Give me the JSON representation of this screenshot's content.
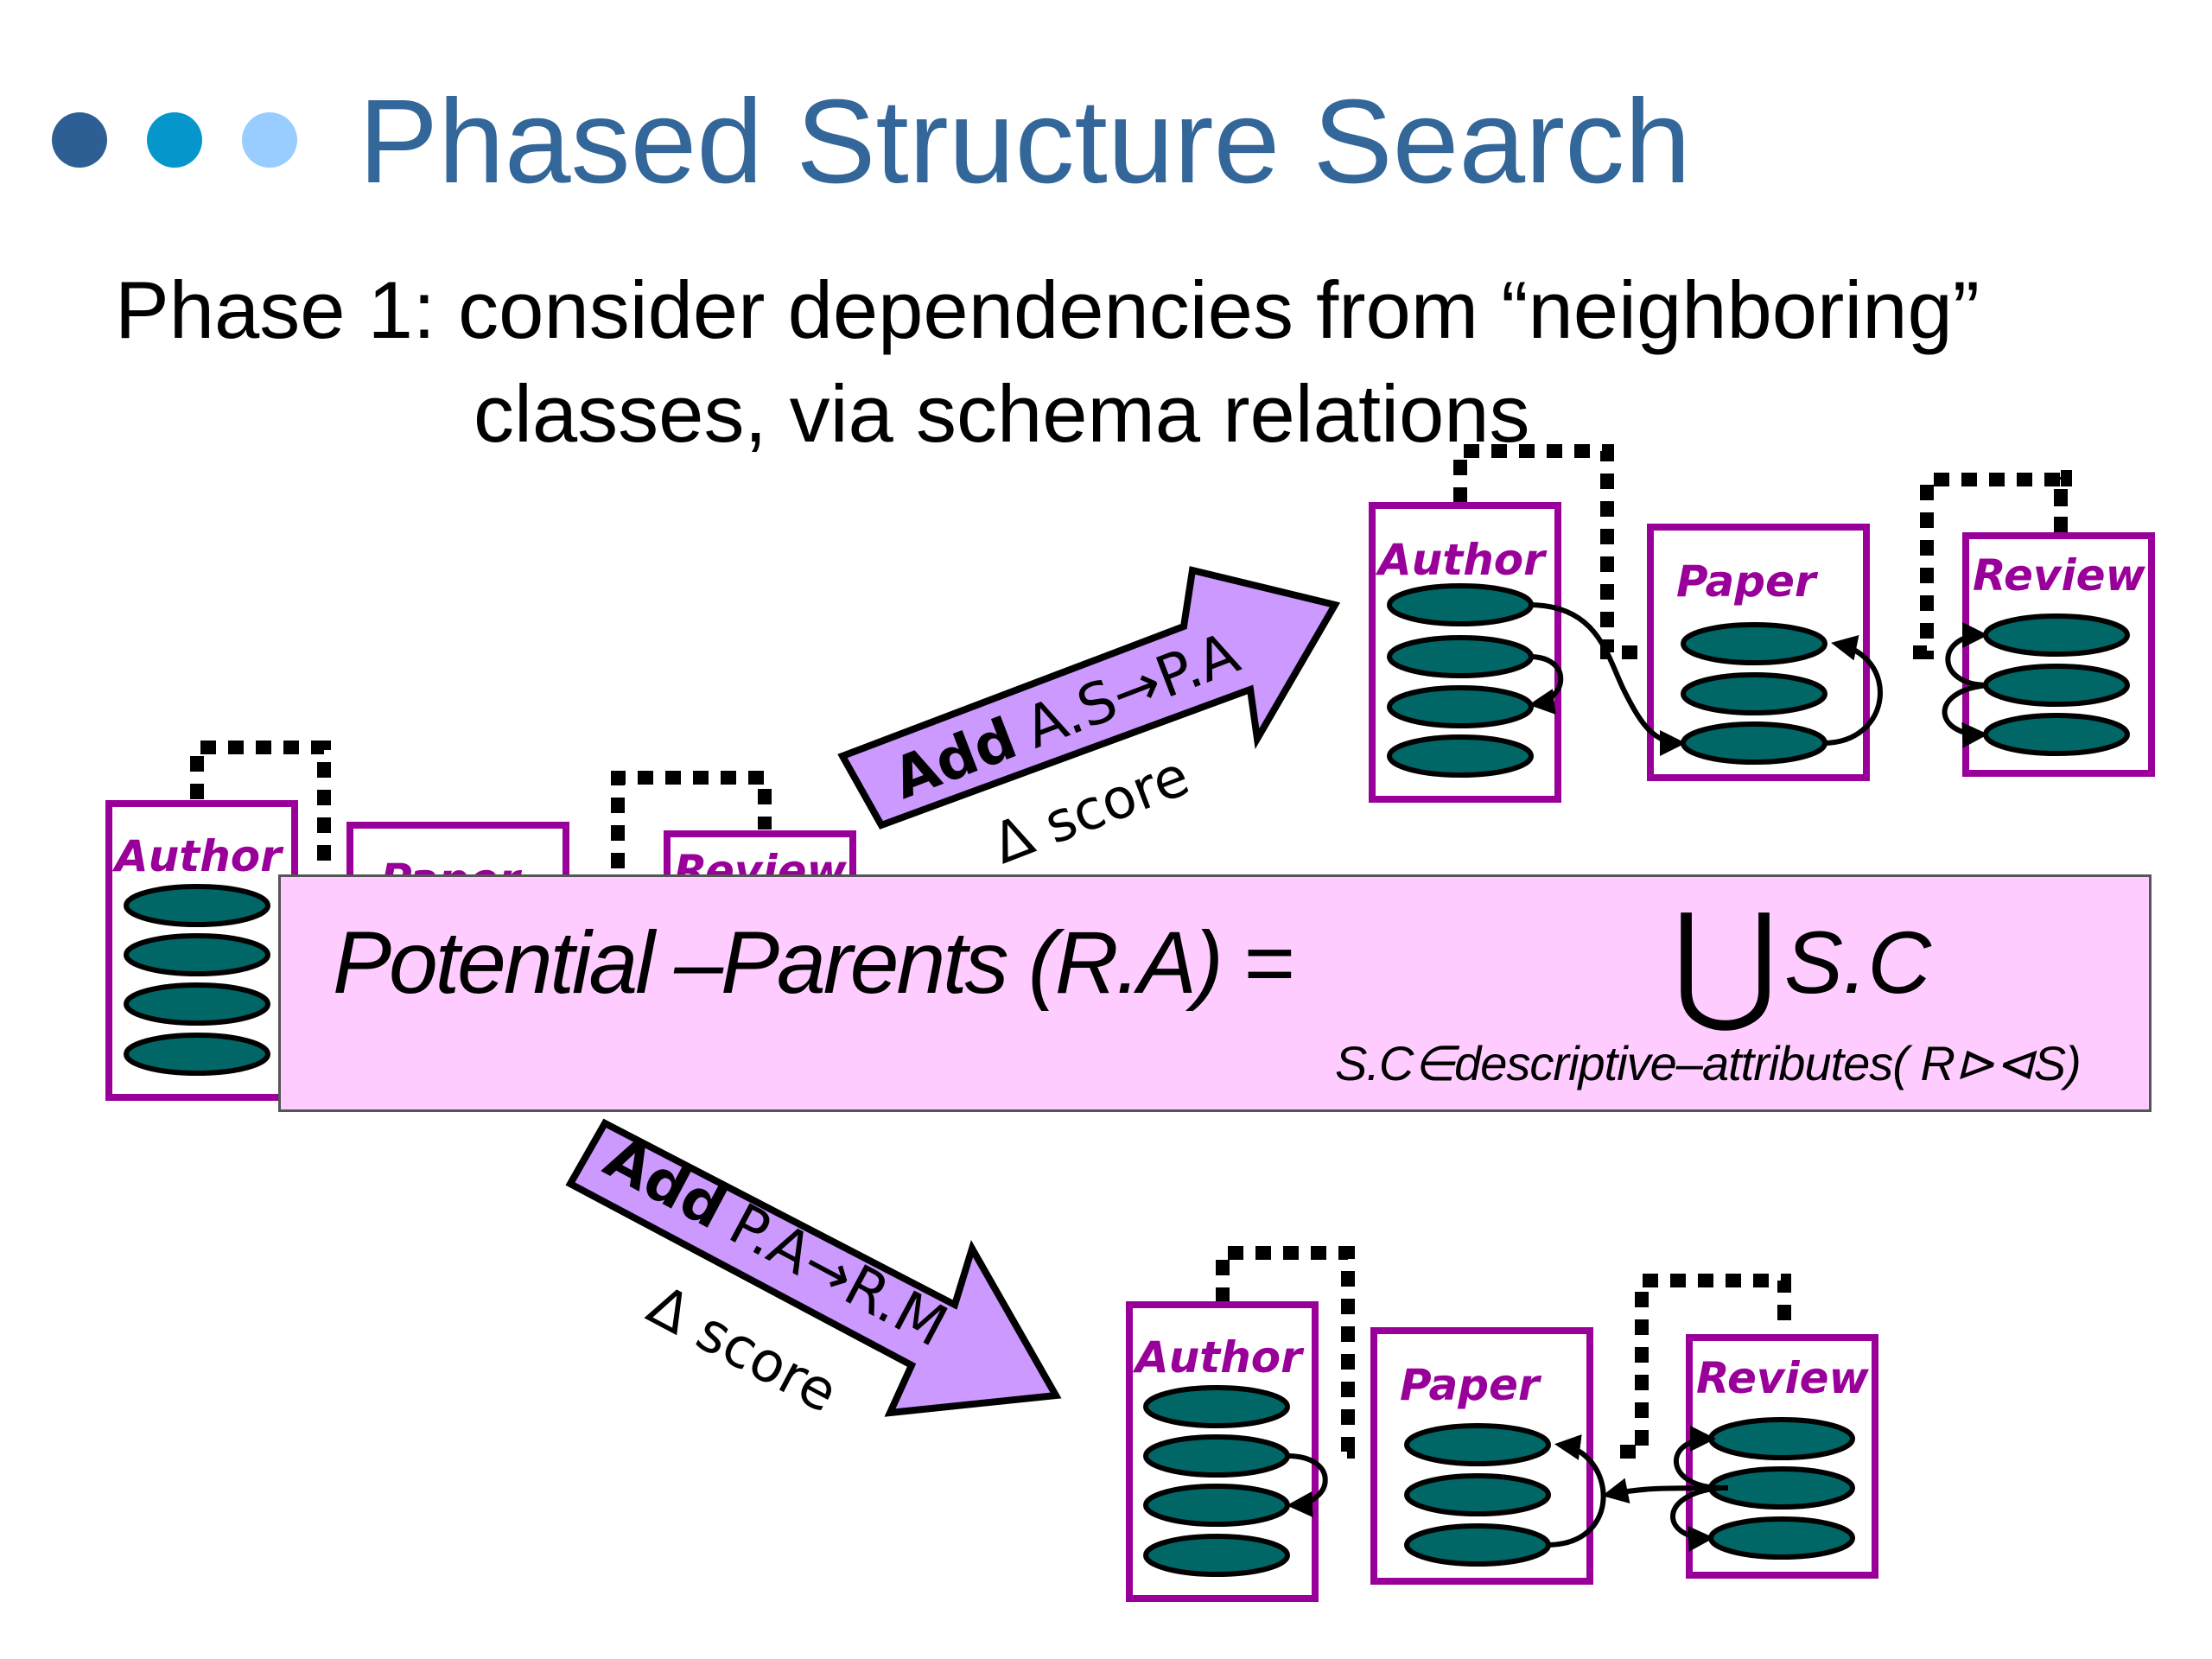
{
  "slide": {
    "title": "Phased Structure Search",
    "subtitle_line1": "Phase 1: consider dependencies from “neighboring”",
    "subtitle_line2": "classes, via schema relations",
    "bullet_colors": [
      "#2e5f94",
      "#0596cc",
      "#99ccff"
    ]
  },
  "diagram": {
    "class_labels": {
      "author": "Author",
      "paper": "Paper",
      "review": "Review"
    },
    "class_labels_partial": {
      "paper": "Paper",
      "review": "Review"
    },
    "arrow_up": {
      "add": "Add",
      "edge": "A.S→P.A",
      "score": "Δ score"
    },
    "arrow_down": {
      "add": "Add",
      "edge": "P.A→R.M",
      "score": "Δ score"
    },
    "colors": {
      "class_border": "#990099",
      "label": "#990099",
      "attribute_fill": "#006666",
      "arrow_fill": "#cc99ff",
      "formula_bg": "#ffccff"
    }
  },
  "formula": {
    "lhs": "Potential –Parents (R.A) =",
    "union": "⋃",
    "rhs": "S.C",
    "subscript": "S.C∈descriptive–attributes( R⊳⊲S)"
  }
}
